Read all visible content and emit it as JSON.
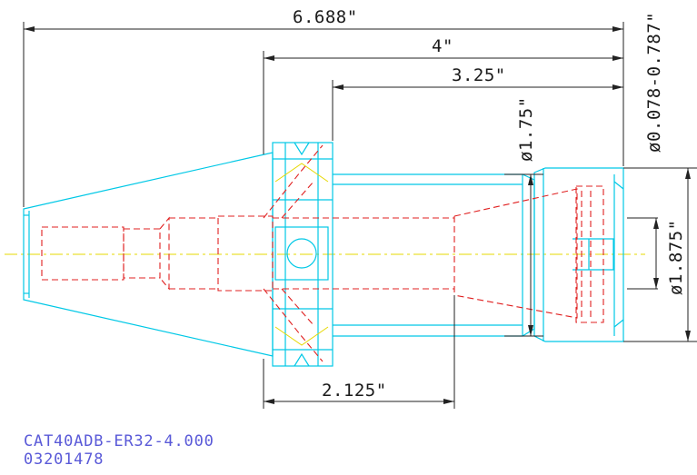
{
  "dimensions": {
    "overall_length": "6.688\"",
    "gauge_to_end": "4\"",
    "flange_to_end": "3.25\"",
    "body_length": "2.125\"",
    "nose_diameter": "ø1.75\"",
    "nut_diameter": "ø1.875\"",
    "clamping_range": "ø0.078-0.787\""
  },
  "part": {
    "model": "CAT40ADB-ER32-4.000",
    "number": "03201478"
  },
  "colors": {
    "outline": "#00c8e6",
    "hidden": "#e02020",
    "centerline": "#e6d800",
    "dimension": "#222222",
    "caption": "#5a5ad8"
  }
}
